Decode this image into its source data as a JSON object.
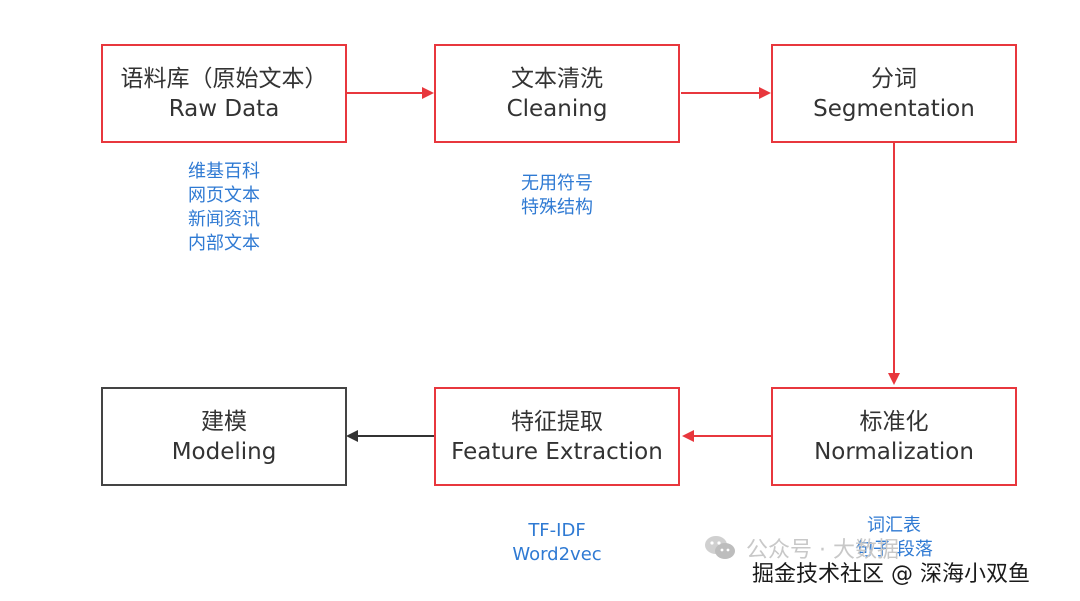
{
  "nodes": {
    "raw_data": {
      "title_zh": "语料库（原始文本）",
      "title_en": "Raw Data"
    },
    "cleaning": {
      "title_zh": "文本清洗",
      "title_en": "Cleaning"
    },
    "segmentation": {
      "title_zh": "分词",
      "title_en": "Segmentation"
    },
    "normalization": {
      "title_zh": "标准化",
      "title_en": "Normalization"
    },
    "feature_extraction": {
      "title_zh": "特征提取",
      "title_en": "Feature Extraction"
    },
    "modeling": {
      "title_zh": "建模",
      "title_en": "Modeling"
    }
  },
  "notes": {
    "raw_data": [
      "维基百科",
      "网页文本",
      "新闻资讯",
      "内部文本"
    ],
    "cleaning": [
      "无用符号",
      "特殊结构"
    ],
    "feature_extraction": [
      "TF-IDF",
      "Word2vec"
    ],
    "normalization": [
      "词汇表",
      "句子 段落"
    ]
  },
  "watermark": {
    "text": "公众号 · 大数据",
    "icon": "wechat-icon"
  },
  "credit": {
    "text": "掘金技术社区 @ 深海小双鱼"
  },
  "colors": {
    "accent": "#e8373d",
    "neutral": "#444444",
    "note": "#2f7ad3"
  }
}
